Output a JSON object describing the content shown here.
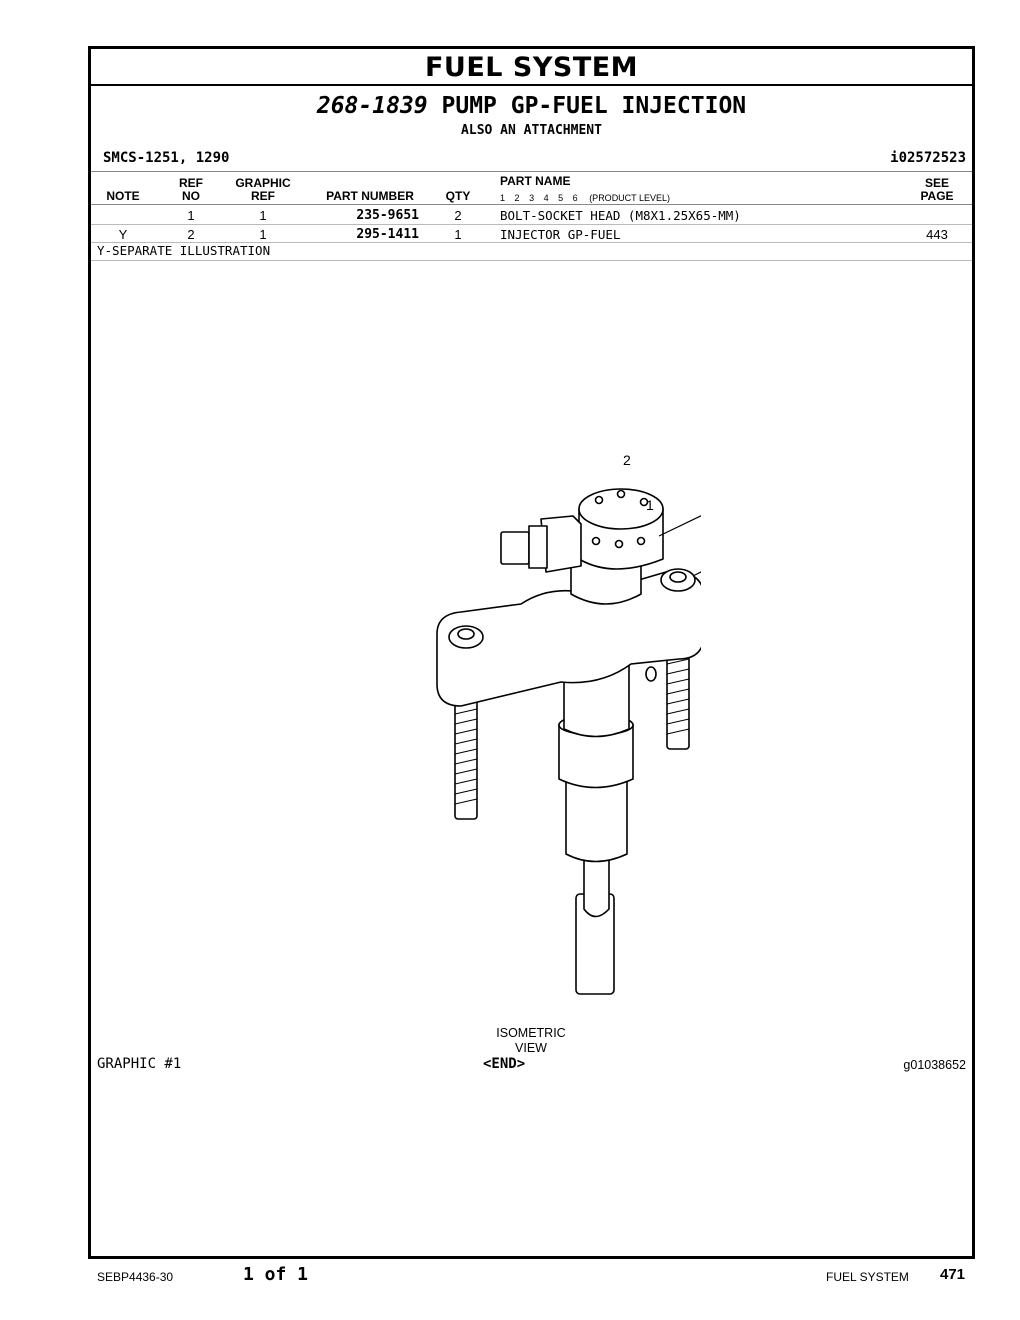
{
  "section_title": "FUEL SYSTEM",
  "group": {
    "part_number": "268-1839",
    "name": "PUMP GP-FUEL INJECTION",
    "subtitle": "ALSO AN ATTACHMENT"
  },
  "smcs": "SMCS-1251, 1290",
  "ident": "i02572523",
  "columns": {
    "note": "NOTE",
    "ref_no_top": "REF",
    "ref_no_bottom": "NO",
    "graphic_ref_top": "GRAPHIC",
    "graphic_ref_bottom": "REF",
    "part_number": "PART NUMBER",
    "qty": "QTY",
    "part_name": "PART NAME",
    "product_levels": [
      "1",
      "2",
      "3",
      "4",
      "5",
      "6"
    ],
    "product_level_label": "(PRODUCT LEVEL)",
    "see_page_top": "SEE",
    "see_page_bottom": "PAGE"
  },
  "rows": [
    {
      "note": "",
      "ref_no": "1",
      "graphic_ref": "1",
      "part_number": "235-9651",
      "qty": "2",
      "part_name": "BOLT-SOCKET HEAD (M8X1.25X65-MM)",
      "see_page": ""
    },
    {
      "note": "Y",
      "ref_no": "2",
      "graphic_ref": "1",
      "part_number": "295-1411",
      "qty": "1",
      "part_name": "INJECTOR GP-FUEL",
      "see_page": "443"
    }
  ],
  "notes_text": "Y-SEPARATE ILLUSTRATION",
  "callouts": [
    "2",
    "1"
  ],
  "view_label_1": "ISOMETRIC",
  "view_label_2": "VIEW",
  "graphic_label": "GRAPHIC #1",
  "end_marker": "<END>",
  "graphic_id": "g01038652",
  "footer": {
    "doc_number": "SEBP4436-30",
    "page_of": "1 of 1",
    "section": "FUEL SYSTEM",
    "page_number": "471"
  }
}
